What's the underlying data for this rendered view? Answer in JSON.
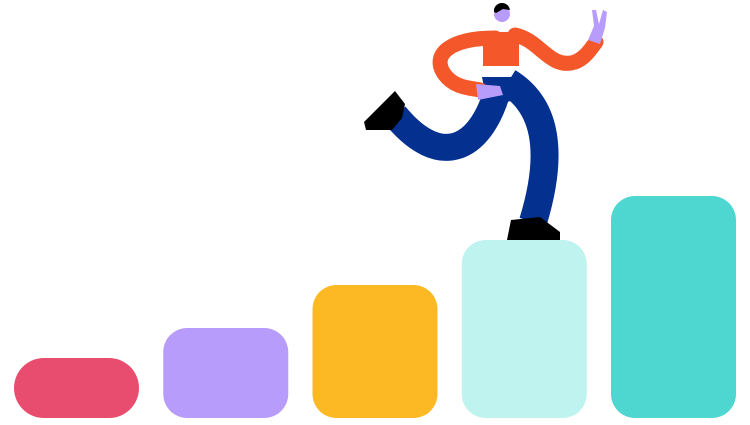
{
  "illustration": {
    "steps": [
      {
        "name": "step-1",
        "color": "#E84C6E",
        "level": 1
      },
      {
        "name": "step-2",
        "color": "#B89CFC",
        "level": 2
      },
      {
        "name": "step-3",
        "color": "#FDB924",
        "level": 3
      },
      {
        "name": "step-4",
        "color": "#BEF3EF",
        "level": 4
      },
      {
        "name": "step-5",
        "color": "#4ED6D0",
        "level": 5
      }
    ],
    "figure": {
      "shirt_color": "#F4572A",
      "pants_color": "#04308F",
      "skin_color": "#B89CFC",
      "shoe_color": "#000000"
    }
  }
}
